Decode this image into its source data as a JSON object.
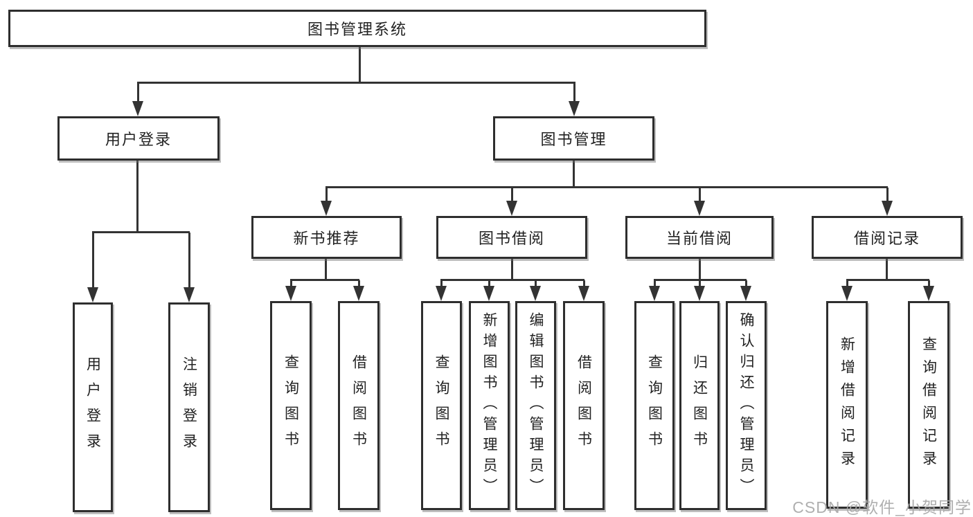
{
  "diagram": {
    "title_node": {
      "label": "图书管理系统"
    },
    "level2": [
      {
        "label": "用户登录"
      },
      {
        "label": "图书管理"
      }
    ],
    "level3": [
      {
        "label": "新书推荐"
      },
      {
        "label": "图书借阅"
      },
      {
        "label": "当前借阅"
      },
      {
        "label": "借阅记录"
      }
    ],
    "leaves": {
      "user_login": [
        "用户登录",
        "注销登录"
      ],
      "new_book": [
        "查询图书",
        "借阅图书"
      ],
      "book_borrow": [
        "查询图书",
        "新增图书（管理员）",
        "编辑图书（管理员）",
        "借阅图书"
      ],
      "current_borrow": [
        "查询图书",
        "归还图书",
        "确认归还（管理员）"
      ],
      "borrow_record": [
        "新增借阅记录",
        "查询借阅记录"
      ]
    },
    "colors": {
      "line": "#333333",
      "border": "#2e2e2e",
      "text": "#222222",
      "watermark": "#a8a8a8",
      "background": "#ffffff"
    },
    "watermark": "CSDN @软件_小贺同学"
  }
}
